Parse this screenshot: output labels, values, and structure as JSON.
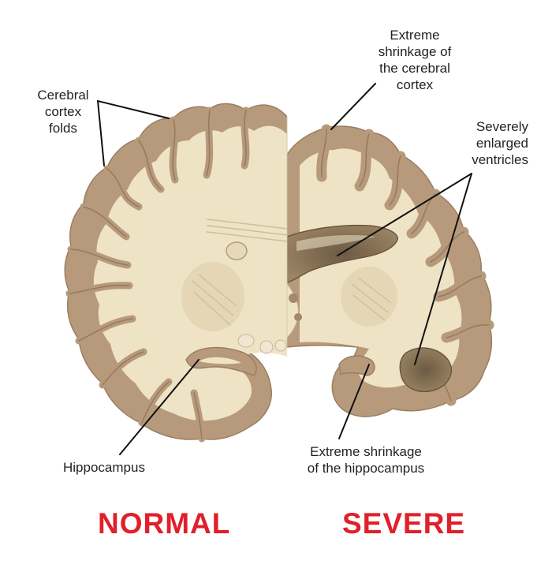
{
  "labels": {
    "cortex_folds": "Cerebral\ncortex\nfolds",
    "cortex_shrinkage": "Extreme\nshrinkage of\nthe cerebral\ncortex",
    "enlarged_ventricles": "Severely\nenlarged\nventricles",
    "hippocampus": "Hippocampus",
    "hippocampus_shrinkage": "Extreme shrinkage\nof the hippocampus"
  },
  "titles": {
    "normal": "NORMAL",
    "severe": "SEVERE"
  },
  "colors": {
    "title_red": "#e0202a",
    "label_text": "#231f20",
    "cortex_gray_matter": "#b79a7b",
    "white_matter": "#efe3c6",
    "ventricle_shadow": "#7e6a52"
  }
}
